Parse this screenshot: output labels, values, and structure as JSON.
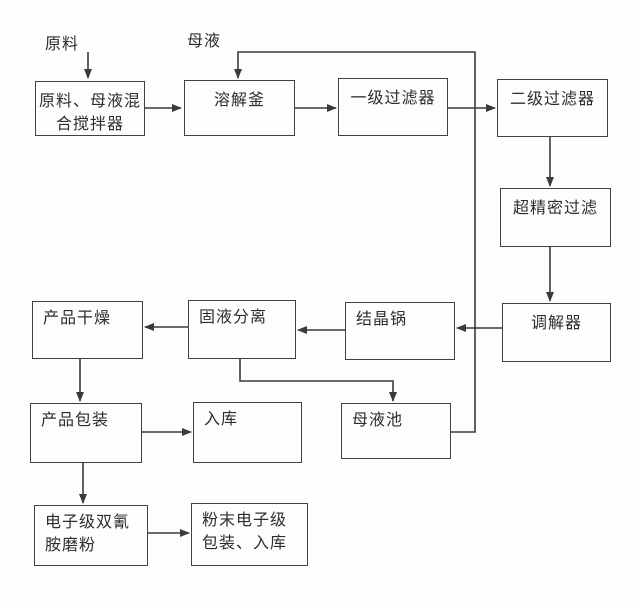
{
  "diagram": {
    "colors": {
      "background": "#fdfdfd",
      "box_border": "#414141",
      "line": "#3b3b3b",
      "text": "#2d2d2d"
    },
    "floating_labels": [
      {
        "id": "raw-material",
        "text": "原料"
      },
      {
        "id": "mother-liquor",
        "text": "母液"
      }
    ],
    "nodes": [
      {
        "id": "mixer",
        "label": "原料、母液混\n合搅拌器"
      },
      {
        "id": "dissolver",
        "label": "溶解釜"
      },
      {
        "id": "filter1",
        "label": "一级过滤器"
      },
      {
        "id": "filter2",
        "label": "二级过滤器"
      },
      {
        "id": "ultra-filter",
        "label": "超精密过滤"
      },
      {
        "id": "regulator",
        "label": "调解器"
      },
      {
        "id": "crystallizer",
        "label": "结晶锅"
      },
      {
        "id": "separation",
        "label": "固液分离"
      },
      {
        "id": "drying",
        "label": "产品干燥"
      },
      {
        "id": "packaging",
        "label": "产品包装"
      },
      {
        "id": "warehouse",
        "label": "入库"
      },
      {
        "id": "liquor-pool",
        "label": "母液池"
      },
      {
        "id": "grinding",
        "label": "电子级双氰\n胺磨粉"
      },
      {
        "id": "powder-pack",
        "label": "粉末电子级\n包装、入库"
      }
    ],
    "edges": [
      {
        "from": "原料",
        "to": "原料、母液混合搅拌器"
      },
      {
        "from": "原料、母液混合搅拌器",
        "to": "溶解釜"
      },
      {
        "from": "溶解釜",
        "to": "一级过滤器"
      },
      {
        "from": "一级过滤器",
        "to": "二级过滤器"
      },
      {
        "from": "二级过滤器",
        "to": "超精密过滤"
      },
      {
        "from": "超精密过滤",
        "to": "调解器"
      },
      {
        "from": "调解器",
        "to": "结晶锅"
      },
      {
        "from": "结晶锅",
        "to": "固液分离"
      },
      {
        "from": "固液分离",
        "to": "产品干燥"
      },
      {
        "from": "产品干燥",
        "to": "产品包装"
      },
      {
        "from": "产品包装",
        "to": "入库"
      },
      {
        "from": "产品包装",
        "to": "电子级双氰胺磨粉"
      },
      {
        "from": "电子级双氰胺磨粉",
        "to": "粉末电子级包装、入库"
      },
      {
        "from": "固液分离",
        "to": "母液池"
      },
      {
        "from": "母液池",
        "to": "溶解釜"
      }
    ]
  }
}
